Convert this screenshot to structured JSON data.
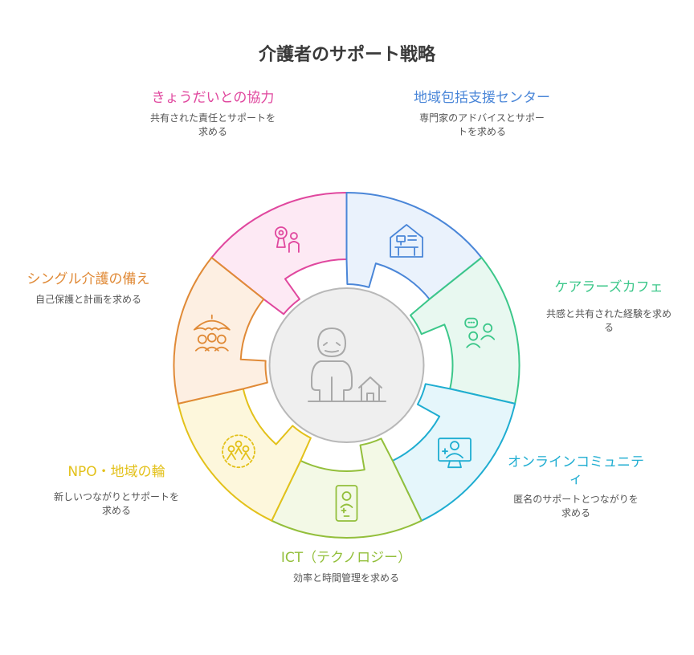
{
  "title": "介護者のサポート戦略",
  "center": {
    "icon": "caregiver-figure-with-house-icon"
  },
  "segments": [
    {
      "id": "sibling",
      "head": "きょうだいとの協力",
      "desc": "共有された責任とサポートを求める",
      "color": "#e0479e",
      "fill": "#fde9f4",
      "icon": "family-cooperation-icon"
    },
    {
      "id": "regional",
      "head": "地域包括支援センター",
      "desc": "専門家のアドバイスとサポートを求める",
      "color": "#4a86d8",
      "fill": "#eaf2fc",
      "icon": "support-center-desk-icon"
    },
    {
      "id": "carer-cafe",
      "head": "ケアラーズカフェ",
      "desc": "共感と共有された経験を求める",
      "color": "#3cc78a",
      "fill": "#e8f8f0",
      "icon": "chat-people-icon"
    },
    {
      "id": "online",
      "head": "オンラインコミュニティ",
      "desc": "匿名のサポートとつながりを求める",
      "color": "#1fadd1",
      "fill": "#e5f6fb",
      "icon": "computer-user-icon"
    },
    {
      "id": "ict",
      "head": "ICT（テクノロジー）",
      "desc": "効率と時間管理を求める",
      "color": "#93bf3b",
      "fill": "#f3f9e6",
      "icon": "tablet-medical-icon"
    },
    {
      "id": "npo",
      "head": "NPO・地域の輪",
      "desc": "新しいつながりとサポートを求める",
      "color": "#e3c11a",
      "fill": "#fdf7dc",
      "icon": "community-circle-icon"
    },
    {
      "id": "single",
      "head": "シングル介護の備え",
      "desc": "自己保護と計画を求める",
      "color": "#e08a37",
      "fill": "#fdefe2",
      "icon": "umbrella-family-icon"
    }
  ]
}
